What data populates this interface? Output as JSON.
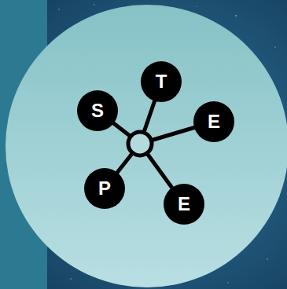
{
  "diagram": {
    "nodes": [
      {
        "text": [
          "T"
        ]
      },
      {
        "text": [
          "S"
        ]
      },
      {
        "text": [
          "E"
        ]
      },
      {
        "text": [
          "P"
        ]
      },
      {
        "text": [
          "E"
        ]
      }
    ]
  }
}
